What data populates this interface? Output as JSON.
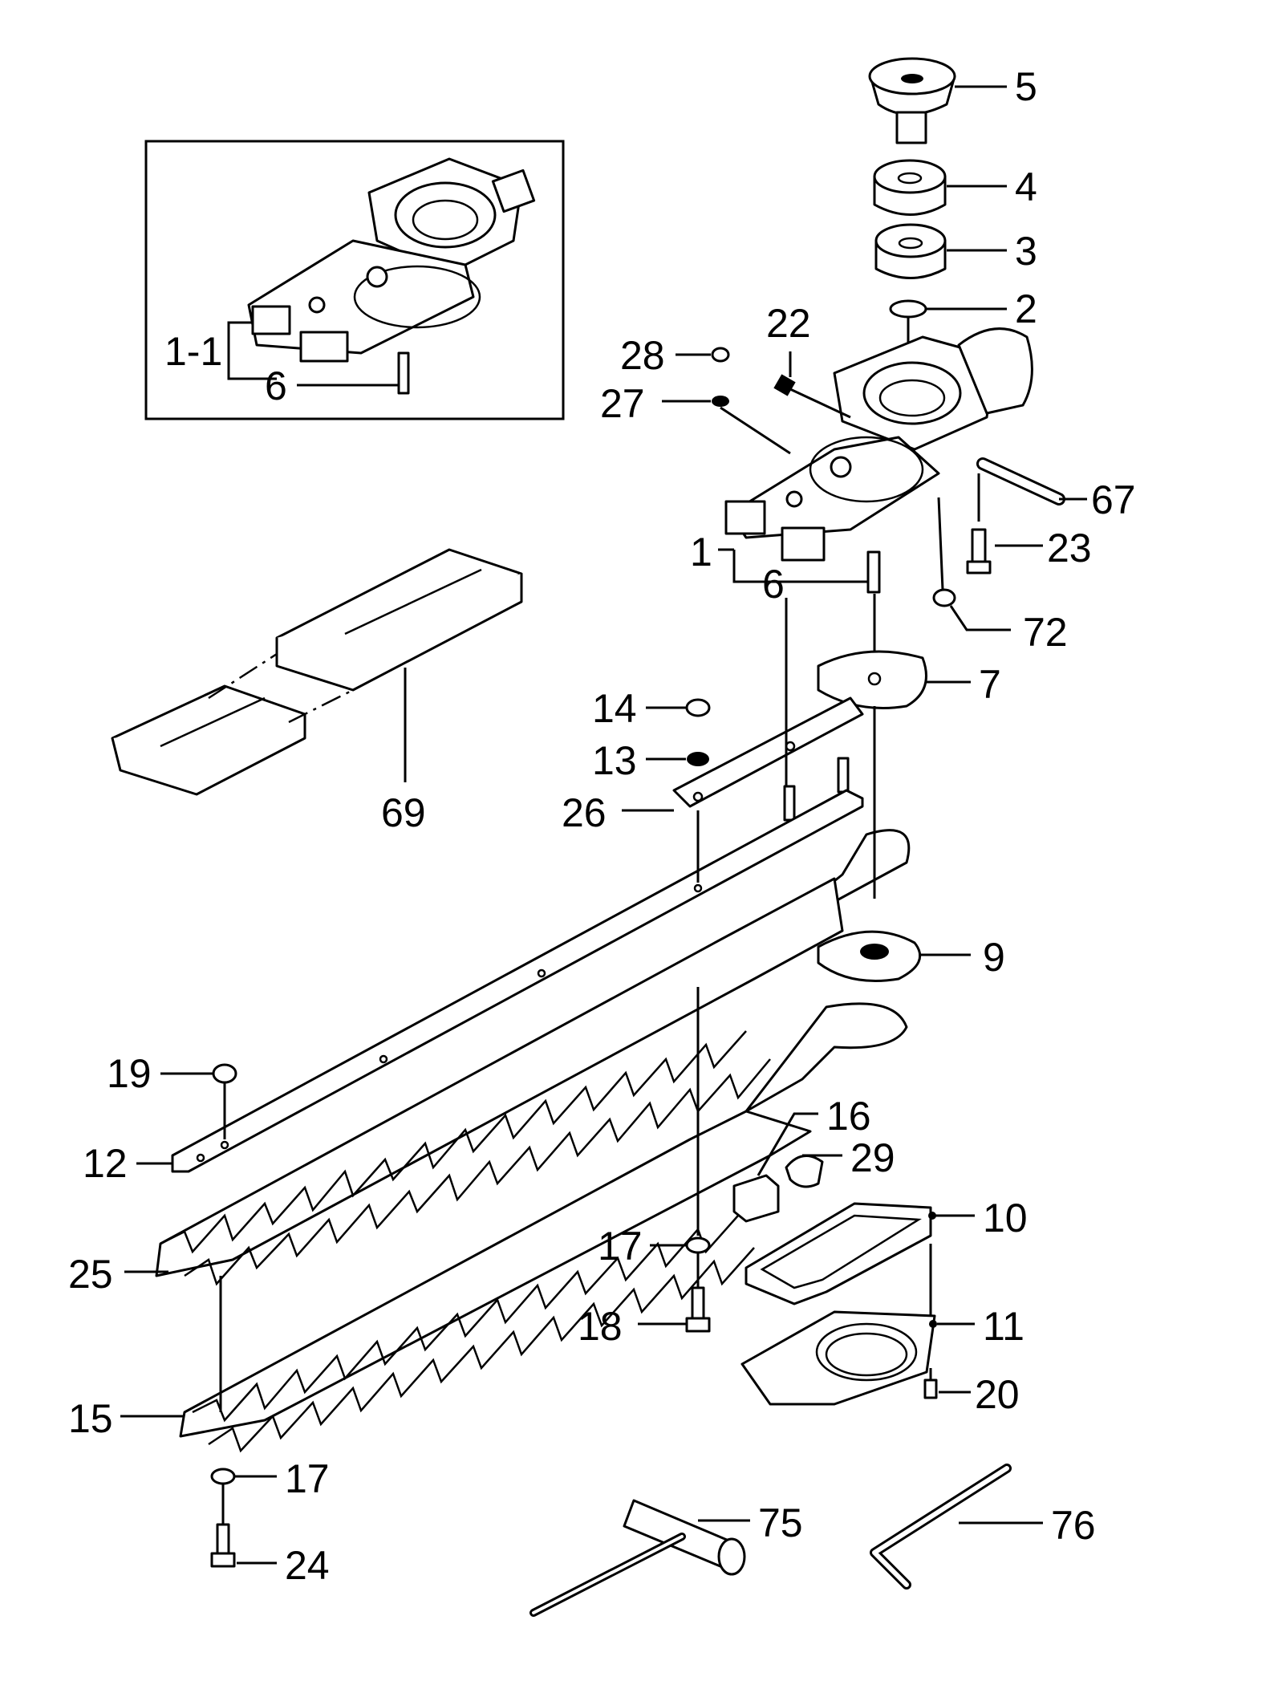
{
  "diagram": {
    "inset": {
      "labels": [
        "1-1",
        "6"
      ]
    },
    "callouts": [
      "5",
      "4",
      "3",
      "2",
      "22",
      "28",
      "27",
      "67",
      "23",
      "1",
      "6",
      "72",
      "7",
      "14",
      "13",
      "26",
      "69",
      "9",
      "19",
      "16",
      "29",
      "12",
      "10",
      "17",
      "25",
      "18",
      "11",
      "20",
      "15",
      "17",
      "24",
      "75",
      "76"
    ]
  }
}
